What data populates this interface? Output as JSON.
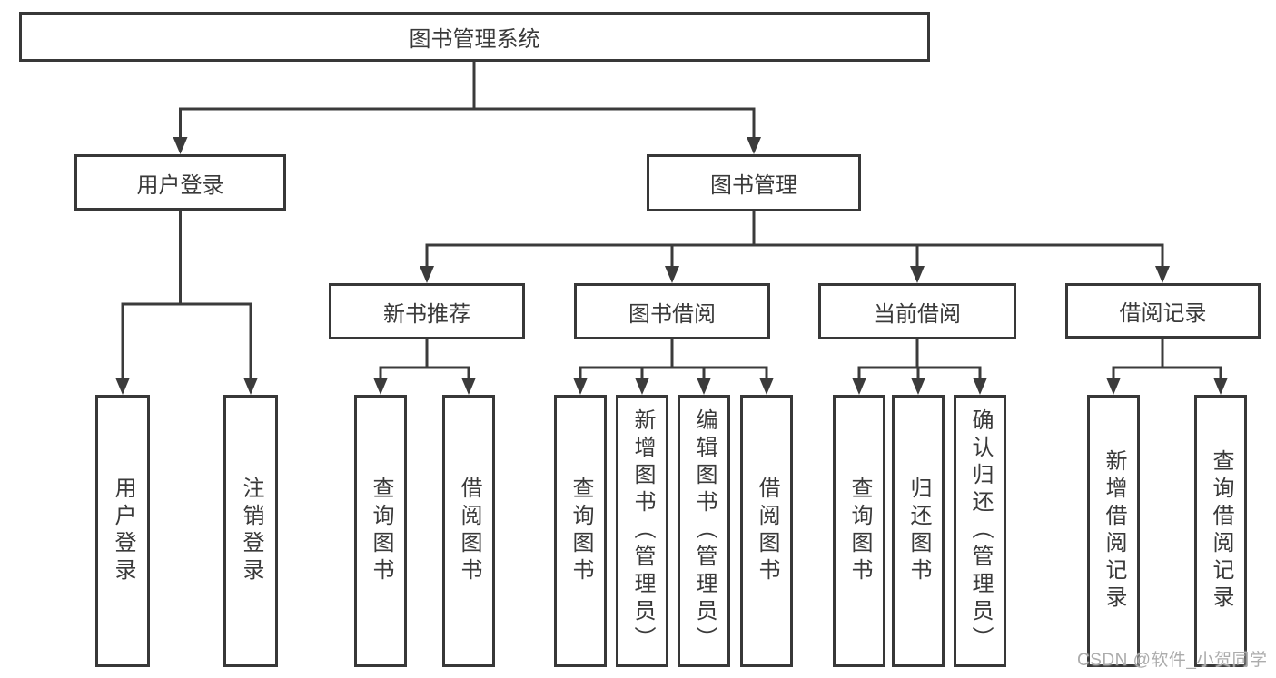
{
  "page": {
    "background": "#ffffff"
  },
  "colors": {
    "line": "#3b3b3b",
    "box_border": "#383838",
    "box_fill": "#ffffff",
    "text": "#3a3a3a",
    "watermark": "#acacac"
  },
  "watermark": {
    "text": "CSDN @软件_小贺同学"
  },
  "tree": {
    "root": {
      "label": "图书管理系统"
    },
    "level2": [
      {
        "label": "用户登录",
        "children": [
          {
            "label": "用户登录"
          },
          {
            "label": "注销登录"
          }
        ]
      },
      {
        "label": "图书管理",
        "children": [
          {
            "label": "新书推荐",
            "children": [
              {
                "label": "查询图书"
              },
              {
                "label": "借阅图书"
              }
            ]
          },
          {
            "label": "图书借阅",
            "children": [
              {
                "label": "查询图书"
              },
              {
                "label": "新增图书（管理员）"
              },
              {
                "label": "编辑图书（管理员）"
              },
              {
                "label": "借阅图书"
              }
            ]
          },
          {
            "label": "当前借阅",
            "children": [
              {
                "label": "查询图书"
              },
              {
                "label": "归还图书"
              },
              {
                "label": "确认归还（管理员）"
              }
            ]
          },
          {
            "label": "借阅记录",
            "children": [
              {
                "label": "新增借阅记录"
              },
              {
                "label": "查询借阅记录"
              }
            ]
          }
        ]
      }
    ]
  }
}
